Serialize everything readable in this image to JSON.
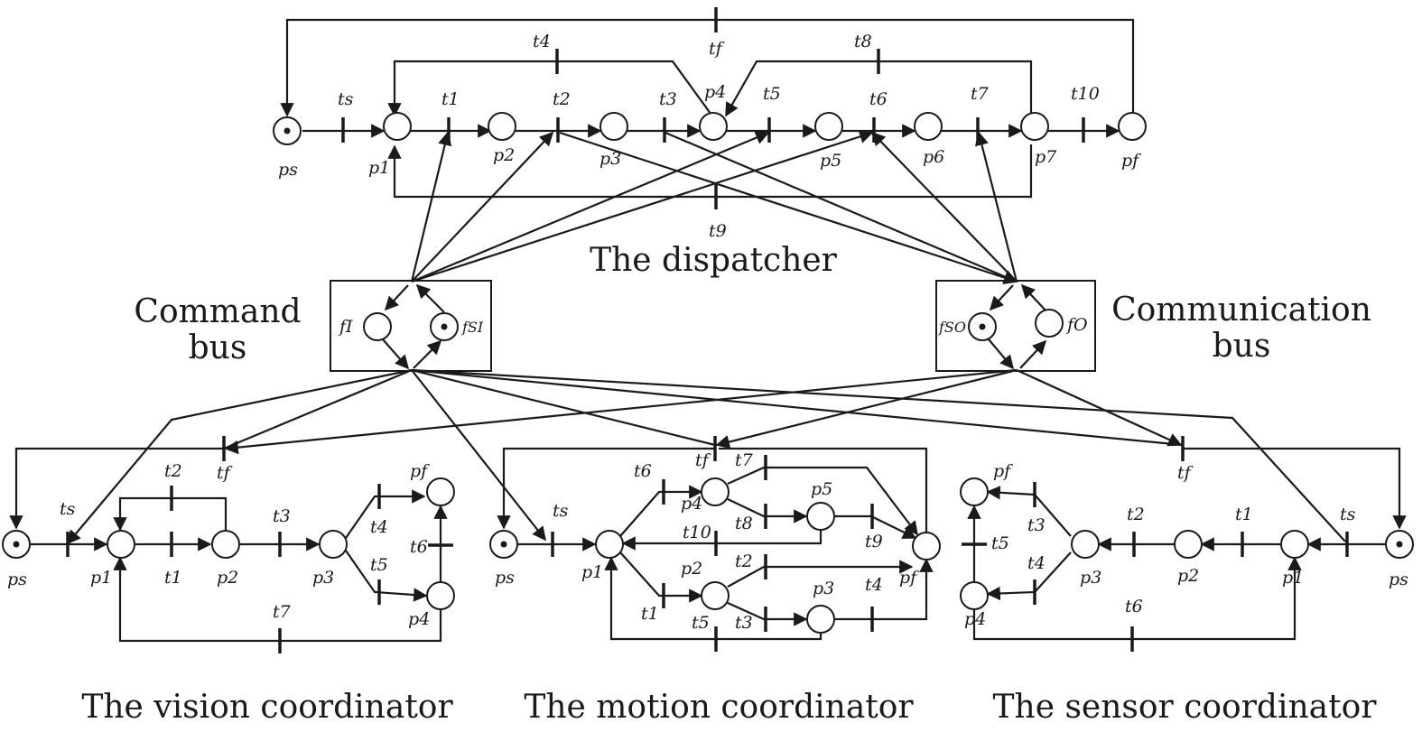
{
  "titles": {
    "dispatcher": "The dispatcher",
    "command_bus": [
      "Command",
      "bus"
    ],
    "communication_bus": [
      "Communication",
      "bus"
    ],
    "vision": "The vision coordinator",
    "motion": "The motion coordinator",
    "sensor": "The sensor coordinator"
  },
  "dispatcher": {
    "places": [
      "ps",
      "p1",
      "p2",
      "p3",
      "p4",
      "p5",
      "p6",
      "p7",
      "pf"
    ],
    "transitions": [
      "ts",
      "t1",
      "t2",
      "t3",
      "t4",
      "t5",
      "t6",
      "t7",
      "t8",
      "t9",
      "t10",
      "tf"
    ],
    "marked": [
      "ps"
    ]
  },
  "command_bus": {
    "places": [
      "fI",
      "fSI"
    ],
    "marked": [
      "fSI"
    ]
  },
  "communication_bus": {
    "places": [
      "fSO",
      "fO"
    ],
    "marked": [
      "fSO"
    ]
  },
  "vision": {
    "places": [
      "ps",
      "p1",
      "p2",
      "p3",
      "p4",
      "pf"
    ],
    "transitions": [
      "ts",
      "t1",
      "t2",
      "t3",
      "t4",
      "t5",
      "t6",
      "t7",
      "tf"
    ],
    "marked": [
      "ps"
    ]
  },
  "motion": {
    "places": [
      "ps",
      "p1",
      "p2",
      "p3",
      "p4",
      "p5",
      "pf"
    ],
    "transitions": [
      "ts",
      "t1",
      "t2",
      "t3",
      "t4",
      "t5",
      "t6",
      "t7",
      "t8",
      "t9",
      "t10",
      "tf"
    ],
    "marked": [
      "ps"
    ]
  },
  "sensor": {
    "places": [
      "ps",
      "p1",
      "p2",
      "p3",
      "p4",
      "pf"
    ],
    "transitions": [
      "ts",
      "t1",
      "t2",
      "t3",
      "t4",
      "t5",
      "t6",
      "tf"
    ],
    "marked": [
      "ps"
    ]
  }
}
